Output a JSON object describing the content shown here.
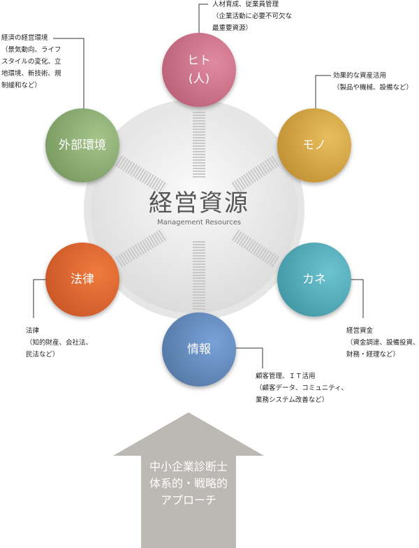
{
  "center": {
    "title": "経営資源",
    "subtitle": "Management Resources"
  },
  "nodes": {
    "hito": {
      "line1": "ヒト",
      "line2": "(人)",
      "color": "#cf6d86"
    },
    "mono": {
      "label": "モノ",
      "color": "#d4a23e"
    },
    "kane": {
      "label": "カネ",
      "color": "#4aa9b8"
    },
    "joho": {
      "label": "情報",
      "color": "#5f87bd"
    },
    "horitsu": {
      "label": "法律",
      "color": "#e0622e"
    },
    "gaibu": {
      "label": "外部環境",
      "color": "#88ac6e"
    }
  },
  "notes": {
    "hito": [
      "人材育成、従業員管理",
      "（企業活動に必要不可欠な",
      "最重要資源）"
    ],
    "gaibu": [
      "経済の経営環境",
      "（景気動向、ライフ",
      "スタイルの変化、立",
      "地環境、新技術、規",
      "制緩和など）"
    ],
    "mono": [
      "効果的な資産活用",
      "（製品や機械、設備など）"
    ],
    "horitsu": [
      "法律",
      "（知的財産、会社法、",
      "民法など）"
    ],
    "kane": [
      "経営資金",
      "（資金調達、設備投資、",
      "財務・経理など）"
    ],
    "joho": [
      "顧客管理、ＩＴ活用",
      "（顧客データ、コミュニティ、",
      "業務システム改善など）"
    ]
  },
  "arrow": {
    "lines": [
      "中小企業診断士",
      "体系的・戦略的",
      "アプローチ"
    ]
  }
}
